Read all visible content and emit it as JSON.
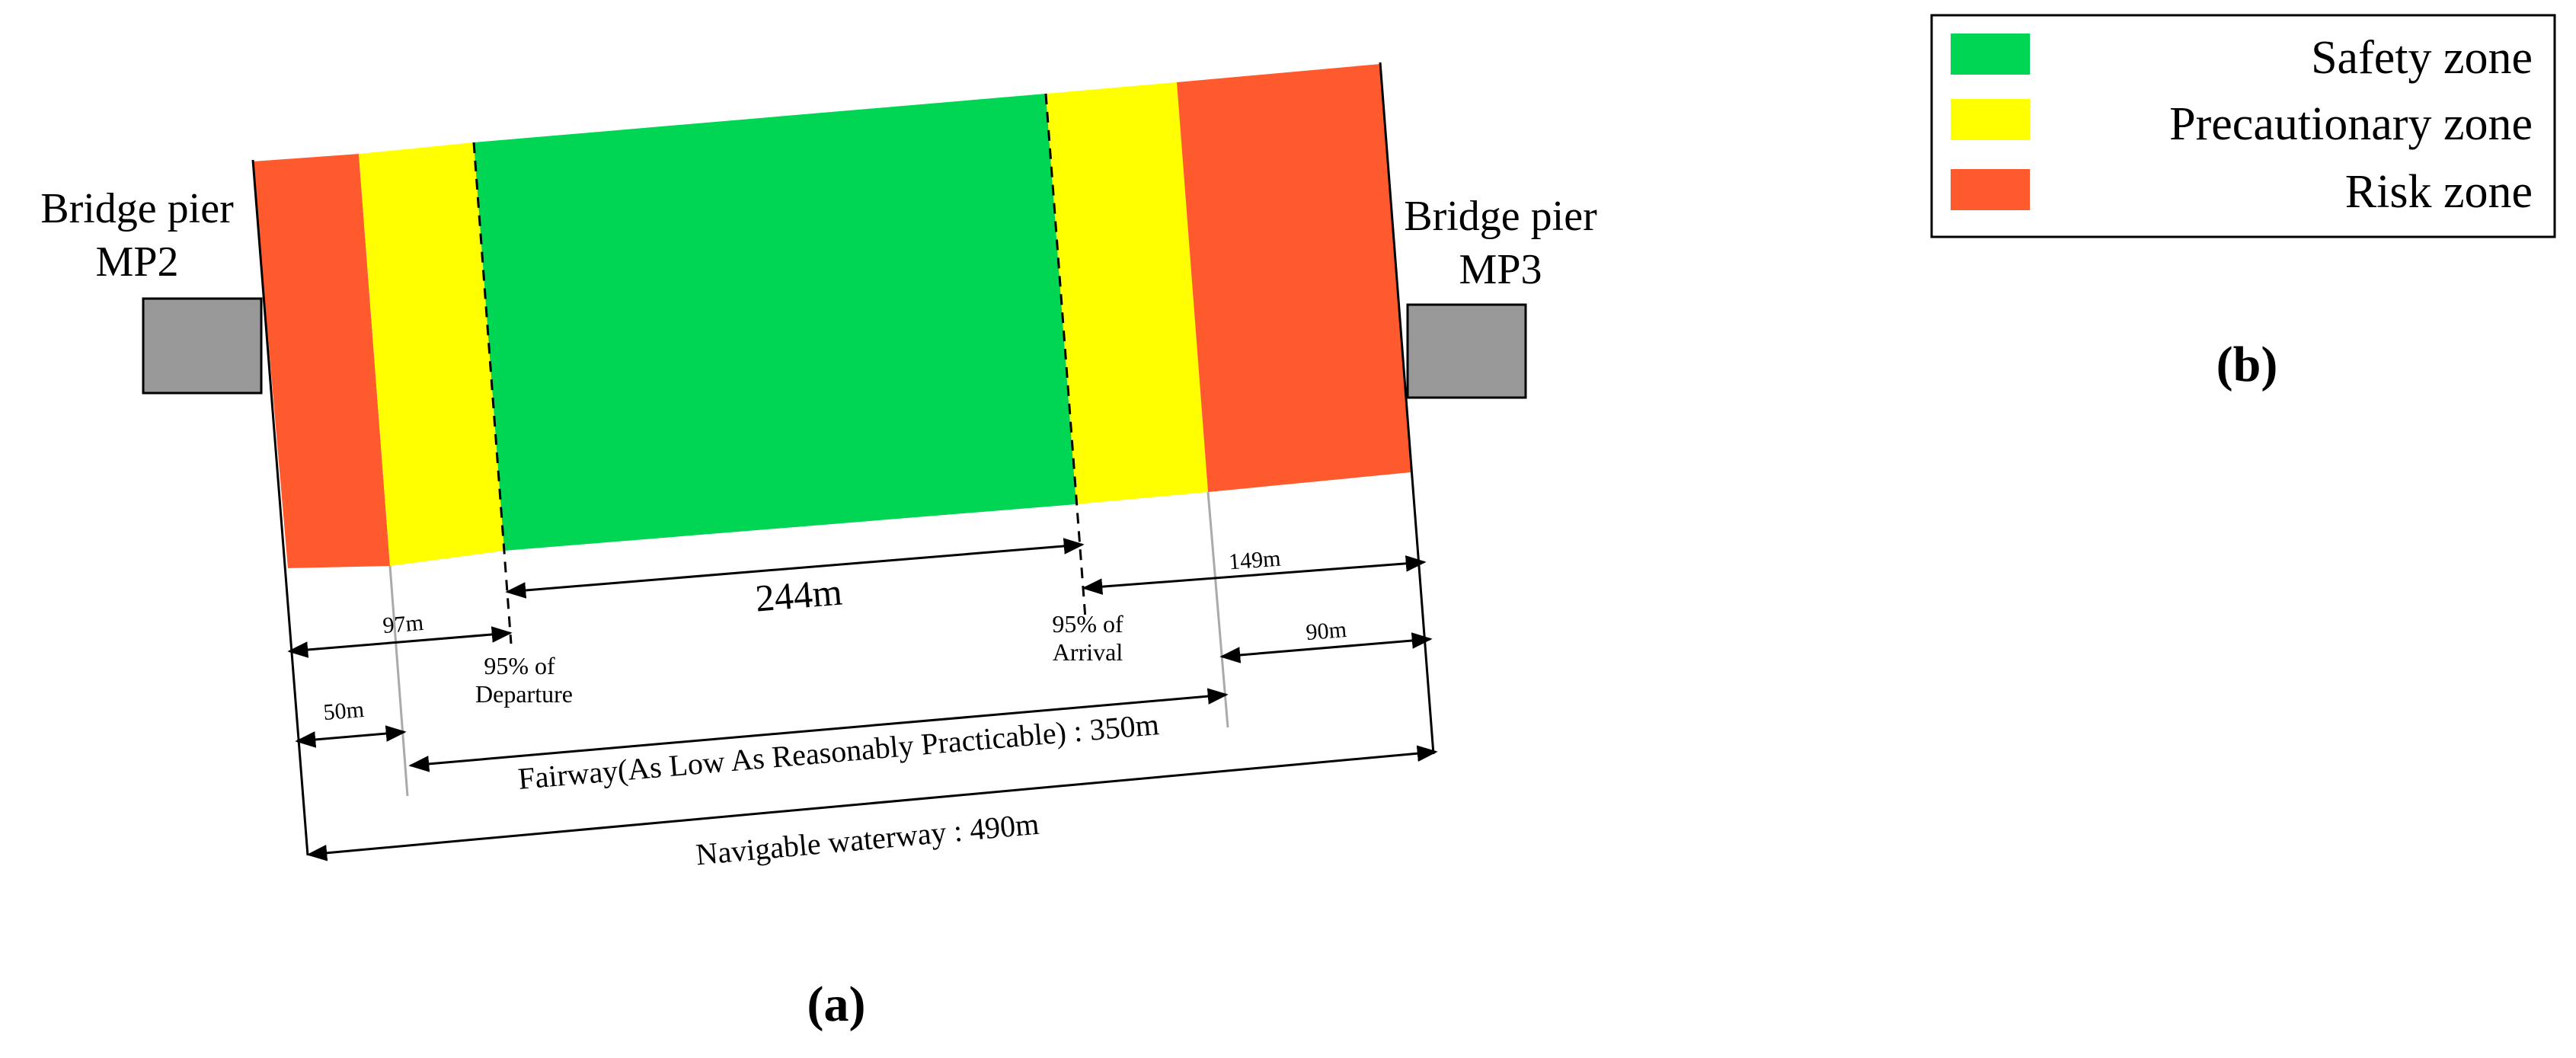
{
  "diagram": {
    "piers": {
      "left_label_line1": "Bridge pier",
      "left_label_line2": "MP2",
      "right_label_line1": "Bridge pier",
      "right_label_line2": "MP3"
    },
    "zones": {
      "colors": {
        "safety": "#00d654",
        "precautionary": "#ffff00",
        "risk": "#ff5a2d",
        "pier": "#999999"
      }
    },
    "dimensions": {
      "safety_width": "244m",
      "right_149": "149m",
      "left_97": "97m",
      "right_90": "90m",
      "left_50": "50m",
      "departure_line1": "95% of",
      "departure_line2": "Departure",
      "arrival_line1": "95% of",
      "arrival_line2": "Arrival",
      "fairway": "Fairway(As Low As Reasonably Practicable) : 350m",
      "navigable": "Navigable waterway : 490m"
    },
    "label_a": "(a)"
  },
  "legend": {
    "items": [
      {
        "label": "Safety zone",
        "color": "#00d654"
      },
      {
        "label": "Precautionary zone",
        "color": "#ffff00"
      },
      {
        "label": "Risk zone",
        "color": "#ff5a2d"
      }
    ],
    "label_b": "(b)"
  }
}
